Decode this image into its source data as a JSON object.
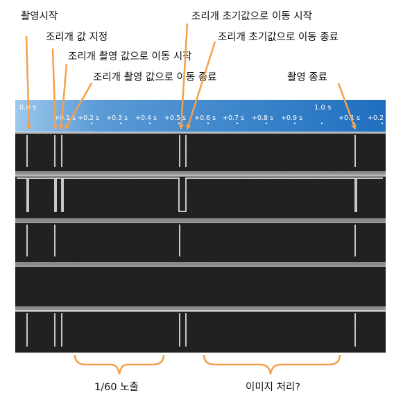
{
  "annotations": {
    "capture_start": "촬영시작",
    "set_value": "조리개 값 지정",
    "move_to_capture_start": "조리개 촬영 값으로 이동 시작",
    "move_to_capture_end": "조리개 촬영 값으로 이동 종료",
    "move_to_init_start": "조리개 초기값으로 이동 시작",
    "move_to_init_end": "조리개  초기값으로 이동 종료",
    "capture_end": "촬영 종료",
    "exposure": "1/60 노출",
    "image_processing": "이미지 처리?"
  },
  "timeline": {
    "major_start": "0.0 s",
    "major_mid": "1.0 s",
    "ticks": [
      "+0.1 s",
      "+0.2 s",
      "+0.3 s",
      "+0.4 s",
      "+0.5 s",
      "+0.6 s",
      "+0.7 s",
      "+0.8 s",
      "+0.9 s",
      "+0.1 s",
      "+0.2"
    ]
  },
  "colors": {
    "arrow": "#f5a04a",
    "timeline_start": "#9ec9ee",
    "timeline_end": "#1f6fbf",
    "track": "#1f1f1f",
    "signal": "#ffffff"
  }
}
